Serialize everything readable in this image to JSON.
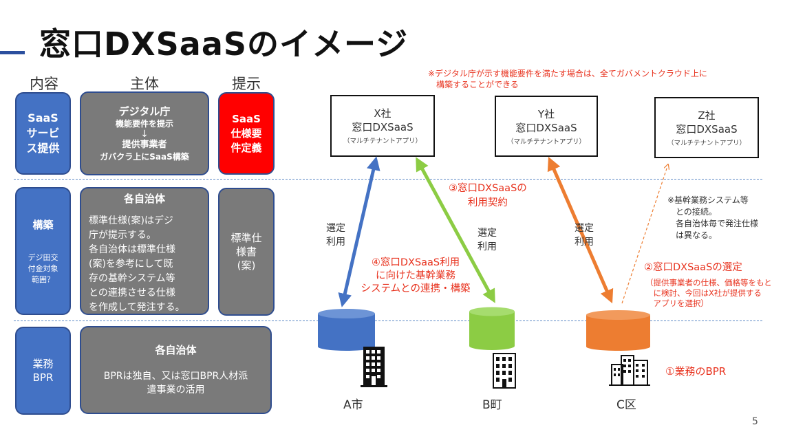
{
  "slide": {
    "title": "窓口DXSaaSのイメージ",
    "page_number": "5"
  },
  "columns": {
    "content": "内容",
    "actor": "主体",
    "presentation": "提示"
  },
  "rows": {
    "saas": {
      "label": "SaaS\nサービ\nス提供",
      "actor_line1": "デジタル庁",
      "actor_line2": "機能要件を提示",
      "actor_arrow": "↓",
      "actor_line3": "提供事業者",
      "actor_line4": "ガバクラ上にSaaS構築",
      "presentation": "SaaS\n仕様要\n件定義"
    },
    "build": {
      "label": "構築",
      "sublabel": "デジ田交\n付金対象\n範囲？",
      "actor_title": "各自治体",
      "actor_body": "標準仕様(案)はデジ\n庁が提示する。\n各自治体は標準仕様\n(案)を参考にして既\n存の基幹システム等\nとの連携させる仕様\nを作成して発注する。",
      "presentation": "標準仕\n様書\n(案)"
    },
    "bpr": {
      "label": "業務\nBPR",
      "actor_title": "各自治体",
      "actor_body": "BPRは独自、又は窓口BPR人材派\n遣事業の活用"
    }
  },
  "diagram": {
    "top_note": "※デジタル庁が示す機能要件を満たす場合は、全てガバメントクラウド上に\n　構築することができる",
    "saas_x": {
      "line1": "X社",
      "line2": "窓口DXSaaS",
      "line3": "（マルチテナントアプリ）"
    },
    "saas_y": {
      "line1": "Y社",
      "line2": "窓口DXSaaS",
      "line3": "（マルチテナントアプリ）"
    },
    "saas_z": {
      "line1": "Z社",
      "line2": "窓口DXSaaS",
      "line3": "（マルチテナントアプリ）"
    },
    "select_use": "選定\n利用",
    "step3": "③窓口DXSaaSの\n利用契約",
    "step4": "④窓口DXSaaS利用\nに向けた基幹業務\nシステムとの連携・構築",
    "step2": "②窓口DXSaaSの選定",
    "step2_note": "（提供事業者の仕様、価格等をもと\n　に検討、今回はX社が提供する\n　アプリを選択）",
    "step1": "①業務のBPR",
    "side_note": "※基幹業務システム等\n　との接続。\n　各自治体毎で発注仕様\n　は異なる。",
    "city_a": "A市",
    "city_b": "B町",
    "city_c": "C区",
    "colors": {
      "blue": "#4472c4",
      "green": "#8ccc44",
      "orange": "#ed7d31",
      "red_text": "#e8331f",
      "dashed_line": "#5b87c5"
    },
    "icons": [
      "building-tall-icon",
      "building-office-icon",
      "buildings-cluster-icon"
    ]
  }
}
